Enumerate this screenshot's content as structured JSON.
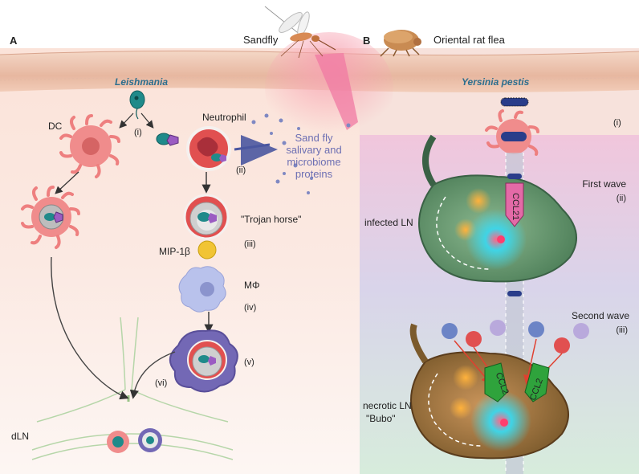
{
  "panels": {
    "a": "A",
    "b": "B"
  },
  "vectors": {
    "sandfly": "Sandfly",
    "flea": "Oriental rat flea"
  },
  "organisms": {
    "leishmania": "Leishmania",
    "yersinia": "Yersinia pestis"
  },
  "panel_a": {
    "dc": "DC",
    "neutrophil": "Neutrophil",
    "step_i": "(i)",
    "step_ii": "(ii)",
    "step_iii": "(iii)",
    "step_iv": "(iv)",
    "step_v": "(v)",
    "step_vi": "(vi)",
    "sandfly_proteins": "Sand fly salivary and microbiome proteins",
    "trojan_horse": "\"Trojan horse\"",
    "mip": "MIP-1β",
    "macrophage": "MΦ",
    "dln": "dLN"
  },
  "panel_b": {
    "step_i": "(i)",
    "first_wave": "First wave",
    "step_ii": "(ii)",
    "infected_ln": "infected LN",
    "second_wave": "Second wave",
    "step_iii": "(iii)",
    "ccl21": "CCL21",
    "ccl2_a": "CCL2",
    "ccl2_b": "CCL2",
    "necrotic_ln": "necrotic LN",
    "bubo": "\"Bubo\""
  },
  "colors": {
    "skin": "#f3d4c4",
    "dc_body": "#ee8080",
    "parasite": "#1f8a8a",
    "ccl21": "#e46aa7",
    "ccl2": "#2fa33c",
    "sandfly_text": "#6d6fb3",
    "ln_green": "#6a9b73",
    "ln_brown": "#a87840"
  },
  "icons": [
    "sandfly-icon",
    "flea-icon",
    "dendritic-cell-icon",
    "neutrophil-icon",
    "macrophage-icon",
    "leishmania-parasite-icon",
    "yersinia-bacterium-icon",
    "lymph-node-icon",
    "lymphatic-vessel-icon"
  ]
}
